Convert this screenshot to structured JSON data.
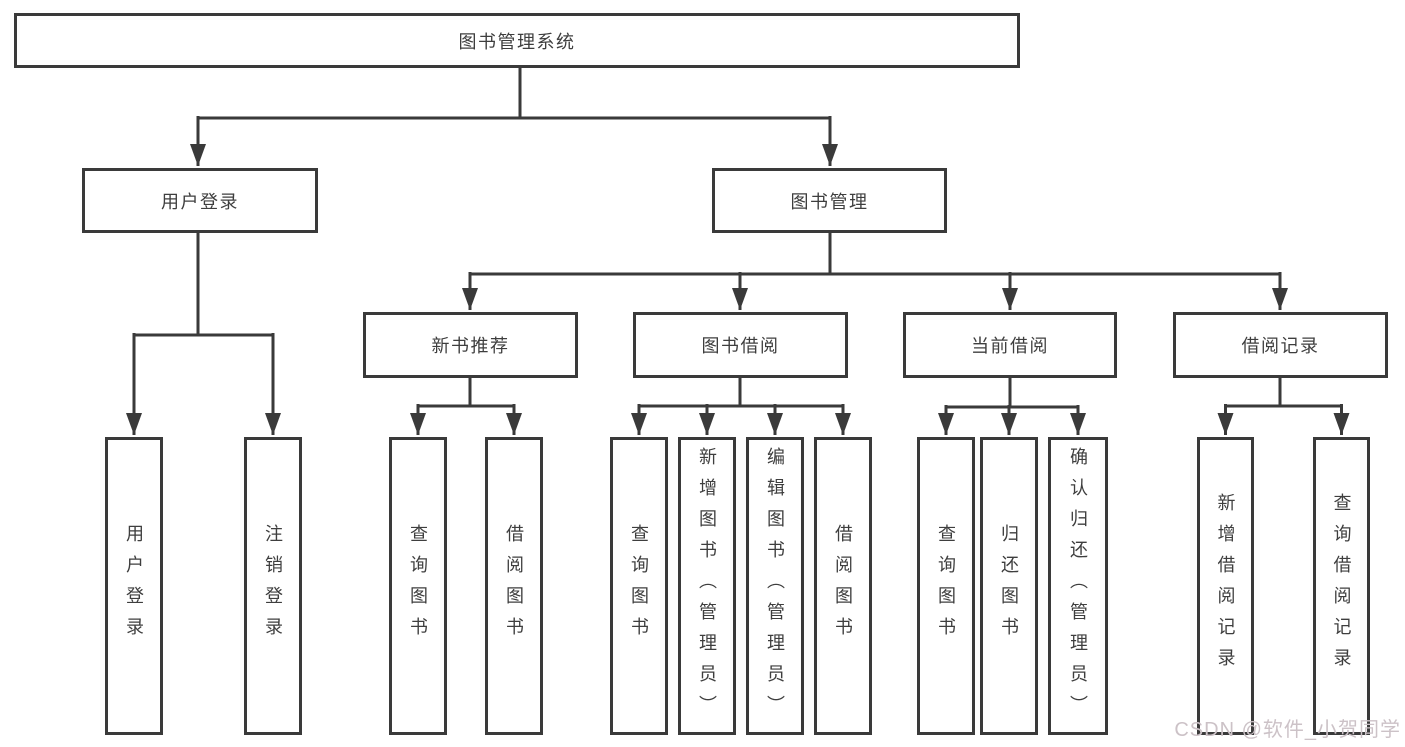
{
  "nodes": {
    "root": "图书管理系统",
    "user_login": "用户登录",
    "book_management": "图书管理",
    "new_book_recommend": "新书推荐",
    "book_borrowing": "图书借阅",
    "current_borrowing": "当前借阅",
    "borrowing_records": "借阅记录",
    "leaf_user_login": "用户登录",
    "leaf_logout": "注销登录",
    "leaf_query_books_rec": "查询图书",
    "leaf_borrow_books_rec": "借阅图书",
    "leaf_query_books_bor": "查询图书",
    "leaf_add_books_admin": "新增图书（管理员）",
    "leaf_edit_books_admin": "编辑图书（管理员）",
    "leaf_borrow_books_bor": "借阅图书",
    "leaf_query_books_cur": "查询图书",
    "leaf_return_books": "归还图书",
    "leaf_confirm_return_admin": "确认归还（管理员）",
    "leaf_add_borrow_record": "新增借阅记录",
    "leaf_query_borrow_record": "查询借阅记录"
  },
  "hierarchy": {
    "图书管理系统": [
      "用户登录",
      "图书管理"
    ],
    "用户登录": [
      "用户登录",
      "注销登录"
    ],
    "图书管理": [
      "新书推荐",
      "图书借阅",
      "当前借阅",
      "借阅记录"
    ],
    "新书推荐": [
      "查询图书",
      "借阅图书"
    ],
    "图书借阅": [
      "查询图书",
      "新增图书（管理员）",
      "编辑图书（管理员）",
      "借阅图书"
    ],
    "当前借阅": [
      "查询图书",
      "归还图书",
      "确认归还（管理员）"
    ],
    "借阅记录": [
      "新增借阅记录",
      "查询借阅记录"
    ]
  },
  "watermark": "CSDN @软件_小贺同学",
  "colors": {
    "line": "#3a3a3a",
    "text": "#3e3e3e",
    "background": "#ffffff",
    "watermark": "#ccc2c7"
  }
}
